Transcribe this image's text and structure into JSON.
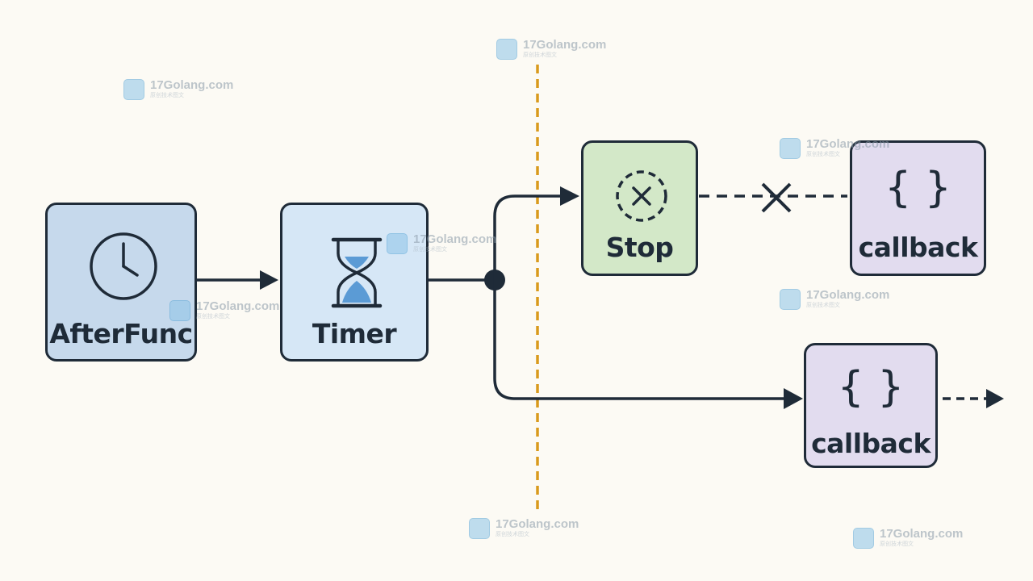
{
  "nodes": {
    "afterfunc": {
      "label": "AfterFunc",
      "icon": "clock-icon",
      "fill": "#c6d9ec"
    },
    "timer": {
      "label": "Timer",
      "icon": "hourglass-icon",
      "fill": "#d6e7f6"
    },
    "stop": {
      "label": "Stop",
      "icon": "cancel-circle-icon",
      "fill": "#d3e8c8"
    },
    "callback_cancelled": {
      "label": "callback",
      "icon": "braces-icon",
      "symbol": "{ }",
      "fill": "#e2dcef"
    },
    "callback_fired": {
      "label": "callback",
      "icon": "braces-icon",
      "symbol": "{ }",
      "fill": "#e2dcef"
    }
  },
  "colors": {
    "stroke": "#1f2b38",
    "divider": "#d99a1c",
    "hourglass_sand": "#5b9bd5"
  },
  "watermark": {
    "text": "17Golang.com",
    "subtext": "原创技术图文"
  }
}
